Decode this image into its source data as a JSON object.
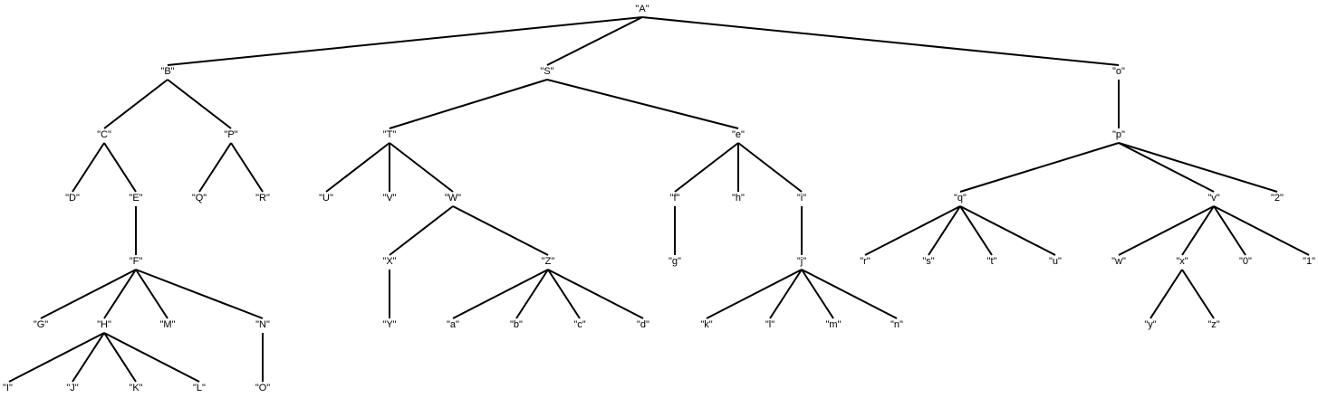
{
  "tree": {
    "colors": {
      "line": "#000000",
      "text": "#000000",
      "background": "#ffffff"
    },
    "nodes": [
      {
        "id": "A",
        "label": "\"A\""
      },
      {
        "id": "B",
        "label": "\"B\"",
        "parent": "A"
      },
      {
        "id": "S",
        "label": "\"S\"",
        "parent": "A"
      },
      {
        "id": "o",
        "label": "\"o\"",
        "parent": "A"
      },
      {
        "id": "C",
        "label": "\"C\"",
        "parent": "B"
      },
      {
        "id": "P",
        "label": "\"P\"",
        "parent": "B"
      },
      {
        "id": "T",
        "label": "\"T\"",
        "parent": "S"
      },
      {
        "id": "e",
        "label": "\"e\"",
        "parent": "S"
      },
      {
        "id": "p",
        "label": "\"p\"",
        "parent": "o"
      },
      {
        "id": "D",
        "label": "\"D\"",
        "parent": "C"
      },
      {
        "id": "E",
        "label": "\"E\"",
        "parent": "C"
      },
      {
        "id": "Q",
        "label": "\"Q\"",
        "parent": "P"
      },
      {
        "id": "R",
        "label": "\"R\"",
        "parent": "P"
      },
      {
        "id": "U",
        "label": "\"U\"",
        "parent": "T"
      },
      {
        "id": "V",
        "label": "\"V\"",
        "parent": "T"
      },
      {
        "id": "W",
        "label": "\"W\"",
        "parent": "T"
      },
      {
        "id": "f",
        "label": "\"f\"",
        "parent": "e"
      },
      {
        "id": "h",
        "label": "\"h\"",
        "parent": "e"
      },
      {
        "id": "i",
        "label": "\"i\"",
        "parent": "e"
      },
      {
        "id": "q",
        "label": "\"q\"",
        "parent": "p"
      },
      {
        "id": "v",
        "label": "\"v\"",
        "parent": "p"
      },
      {
        "id": "2",
        "label": "\"2\"",
        "parent": "p"
      },
      {
        "id": "F",
        "label": "\"F\"",
        "parent": "E"
      },
      {
        "id": "X",
        "label": "\"X\"",
        "parent": "W"
      },
      {
        "id": "Z",
        "label": "\"Z\"",
        "parent": "W"
      },
      {
        "id": "g",
        "label": "\"g\"",
        "parent": "f"
      },
      {
        "id": "j",
        "label": "\"j\"",
        "parent": "i"
      },
      {
        "id": "r",
        "label": "\"r\"",
        "parent": "q"
      },
      {
        "id": "s",
        "label": "\"s\"",
        "parent": "q"
      },
      {
        "id": "t",
        "label": "\"t\"",
        "parent": "q"
      },
      {
        "id": "u",
        "label": "\"u\"",
        "parent": "q"
      },
      {
        "id": "w",
        "label": "\"w\"",
        "parent": "v"
      },
      {
        "id": "x",
        "label": "\"x\"",
        "parent": "v"
      },
      {
        "id": "0",
        "label": "\"0\"",
        "parent": "v"
      },
      {
        "id": "1",
        "label": "\"1\"",
        "parent": "v"
      },
      {
        "id": "G",
        "label": "\"G\"",
        "parent": "F"
      },
      {
        "id": "H",
        "label": "\"H\"",
        "parent": "F"
      },
      {
        "id": "M",
        "label": "\"M\"",
        "parent": "F"
      },
      {
        "id": "N",
        "label": "\"N\"",
        "parent": "F"
      },
      {
        "id": "Y",
        "label": "\"Y\"",
        "parent": "X"
      },
      {
        "id": "a",
        "label": "\"a\"",
        "parent": "Z"
      },
      {
        "id": "b",
        "label": "\"b\"",
        "parent": "Z"
      },
      {
        "id": "c",
        "label": "\"c\"",
        "parent": "Z"
      },
      {
        "id": "d",
        "label": "\"d\"",
        "parent": "Z"
      },
      {
        "id": "k",
        "label": "\"k\"",
        "parent": "j"
      },
      {
        "id": "l",
        "label": "\"l\"",
        "parent": "j"
      },
      {
        "id": "m",
        "label": "\"m\"",
        "parent": "j"
      },
      {
        "id": "n",
        "label": "\"n\"",
        "parent": "j"
      },
      {
        "id": "y",
        "label": "\"y\"",
        "parent": "x"
      },
      {
        "id": "z",
        "label": "\"z\"",
        "parent": "x"
      },
      {
        "id": "I",
        "label": "\"I\"",
        "parent": "H"
      },
      {
        "id": "J",
        "label": "\"J\"",
        "parent": "H"
      },
      {
        "id": "K",
        "label": "\"K\"",
        "parent": "H"
      },
      {
        "id": "L",
        "label": "\"L\"",
        "parent": "H"
      },
      {
        "id": "O",
        "label": "\"O\"",
        "parent": "N"
      }
    ]
  }
}
